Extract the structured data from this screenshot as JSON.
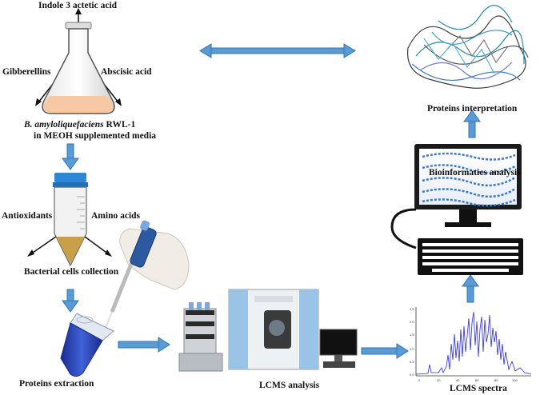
{
  "labels": {
    "indole": "Indole 3 actetic acid",
    "gibberellins": "Gibberellins",
    "abscisic": "Abscisic acid",
    "species_italic": "B. amyloliquefaciens",
    "strain": " RWL-1",
    "media": "in MEOH supplemented media",
    "antioxidants": "Antioxidants",
    "amino_acids": "Amino acids",
    "bacterial_collection": "Bacterial cells collection",
    "proteins_extraction": "Proteins extraction",
    "lcms_analysis": "LCMS analysis",
    "lcms_spectra": "LCMS spectra",
    "bioinformatics": "Bioinformatics analysis",
    "proteins_interpretation": "Proteins interpretation"
  },
  "colors": {
    "arrow_blue": "#5b9bd5",
    "arrow_outline": "#2e75b6",
    "spectrum_blue": "#2b2bd6",
    "media_fill": "#f6c9a4",
    "pellet_fill": "#c9a04a",
    "cap_blue": "#2e86d6"
  },
  "icons": [
    "flask-icon",
    "falcon-tube-icon",
    "pipette-icon",
    "microtube-icon",
    "lcms-instrument-icon",
    "spectrum-chart-icon",
    "computer-icon",
    "protein-structure-icon"
  ]
}
